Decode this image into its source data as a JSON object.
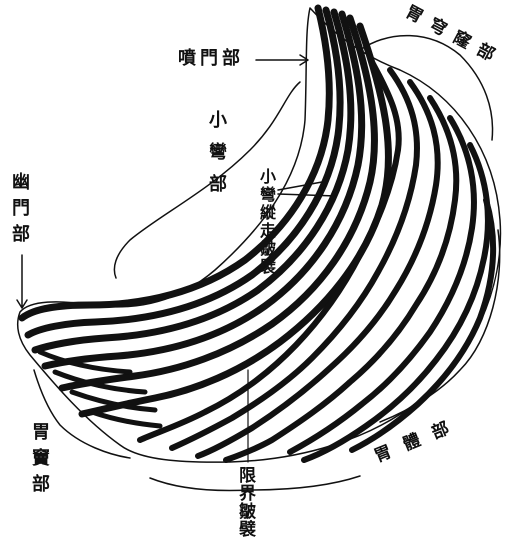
{
  "figure": {
    "labels": {
      "cardia": "噴門部",
      "fundus": "胃穹窿部",
      "lesser_curvature": "小彎部",
      "lesser_curvature_folds": "小彎縱走皺襞",
      "pylorus": "幽門部",
      "antrum": "胃竇部",
      "body": "胃體部",
      "boundary_fold": "限界皺襞"
    },
    "colors": {
      "ink": "#111111",
      "paper": "#ffffff"
    }
  }
}
